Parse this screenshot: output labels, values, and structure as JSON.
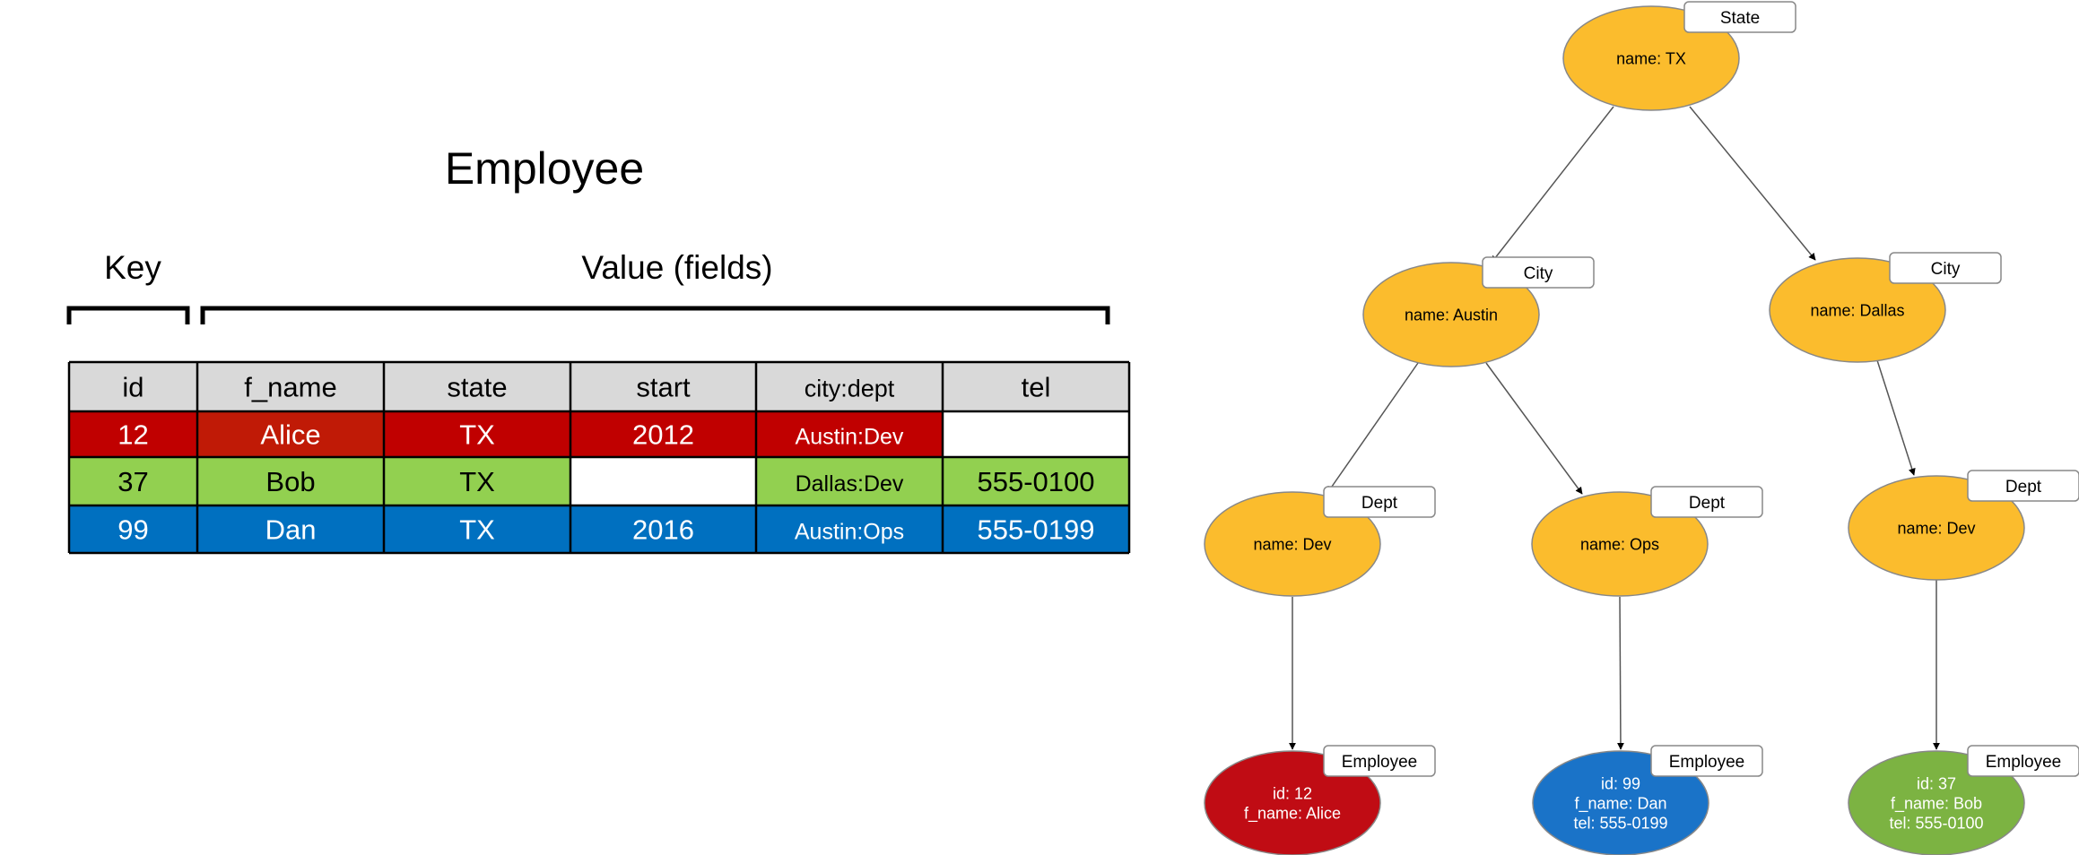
{
  "table": {
    "title": "Employee",
    "key_label": "Key",
    "value_label": "Value (fields)",
    "headers": [
      "id",
      "f_name",
      "state",
      "start",
      "city:dept",
      "tel"
    ],
    "rows": [
      {
        "color": "#c00000",
        "alt_color": "#c01a06",
        "cells": [
          "12",
          "Alice",
          "TX",
          "2012",
          "Austin:Dev",
          ""
        ]
      },
      {
        "color": "#92d050",
        "cells": [
          "37",
          "Bob",
          "TX",
          "",
          "Dallas:Dev",
          "555-0100"
        ]
      },
      {
        "color": "#0070c0",
        "cells": [
          "99",
          "Dan",
          "TX",
          "2016",
          "Austin:Ops",
          "555-0199"
        ]
      }
    ],
    "header_color": "#d9d9d9"
  },
  "graph": {
    "node_color": "#fbbc2d",
    "nodes": {
      "tx": {
        "tag": "State",
        "lines": [
          "name: TX"
        ]
      },
      "austin": {
        "tag": "City",
        "lines": [
          "name: Austin"
        ]
      },
      "dallas": {
        "tag": "City",
        "lines": [
          "name: Dallas"
        ]
      },
      "dev_austin": {
        "tag": "Dept",
        "lines": [
          "name: Dev"
        ]
      },
      "ops_austin": {
        "tag": "Dept",
        "lines": [
          "name: Ops"
        ]
      },
      "dev_dallas": {
        "tag": "Dept",
        "lines": [
          "name: Dev"
        ]
      },
      "emp_alice": {
        "tag": "Employee",
        "color": "#c00c14",
        "lines": [
          "id: 12",
          "f_name: Alice"
        ]
      },
      "emp_dan": {
        "tag": "Employee",
        "color": "#1a73c8",
        "lines": [
          "id: 99",
          "f_name: Dan",
          "tel: 555-0199"
        ]
      },
      "emp_bob": {
        "tag": "Employee",
        "color": "#7cb342",
        "lines": [
          "id: 37",
          "f_name: Bob",
          "tel: 555-0100"
        ]
      }
    }
  }
}
